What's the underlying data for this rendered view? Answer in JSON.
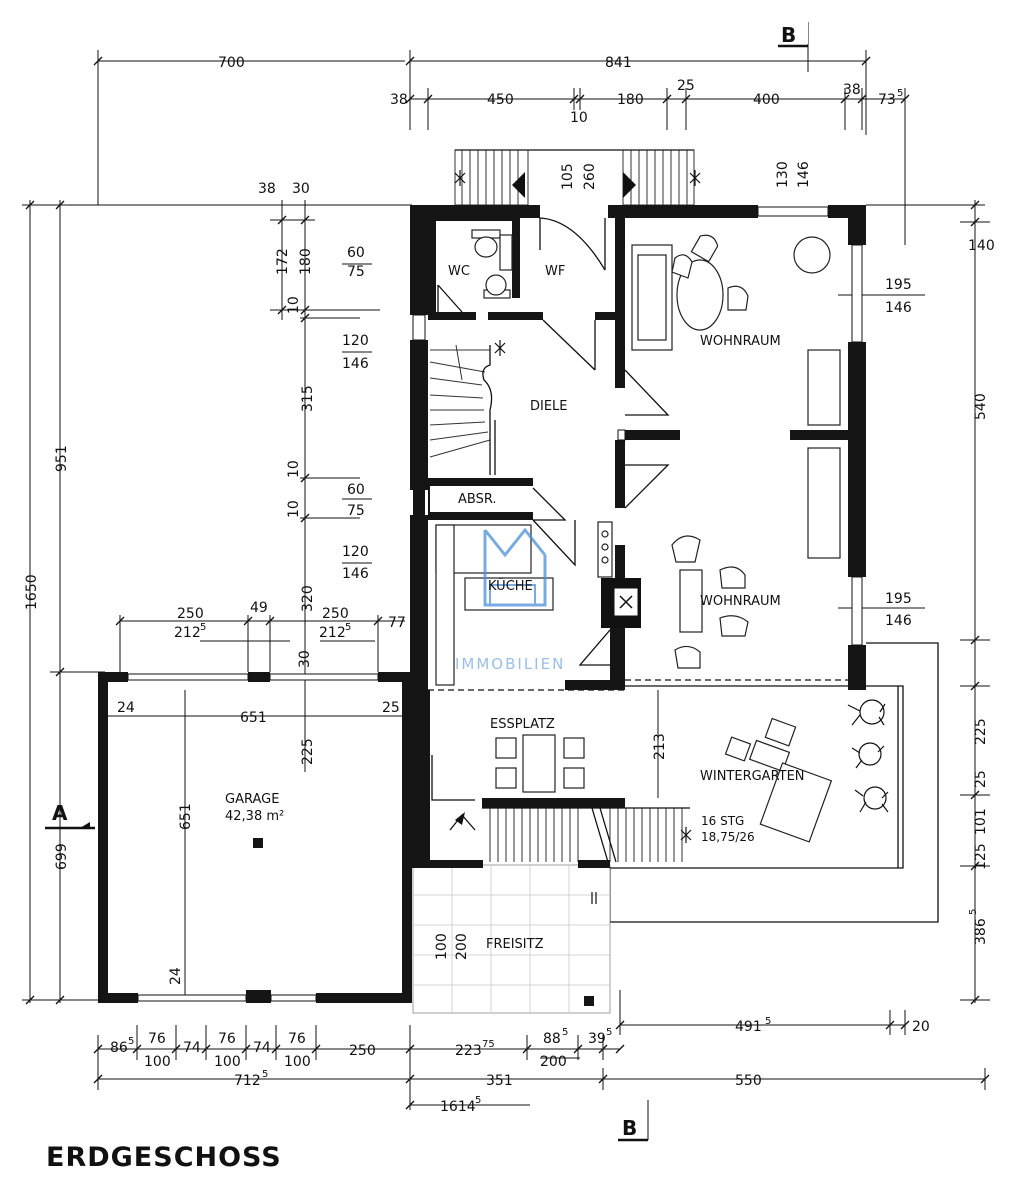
{
  "title": "ERDGESCHOSS",
  "section_marks": {
    "top": "B",
    "bottom": "B",
    "left": "A"
  },
  "rooms": {
    "wc": "WC",
    "wf": "WF",
    "diele": "DIELE",
    "absr": "ABSR.",
    "kueche": "KÜCHE",
    "wohnraum_1": "WOHNRAUM",
    "wohnraum_2": "WOHNRAUM",
    "essplatz": "ESSPLATZ",
    "wintergarten": "WINTERGARTEN",
    "garage": "GARAGE",
    "garage_area": "42,38 m²",
    "freisitz": "FREISITZ",
    "stairs_1": "16 STG",
    "stairs_2": "18,75/26"
  },
  "watermark": {
    "text": "IMMOBILIEN",
    "color": "#4a90d9"
  },
  "dims": {
    "top_700": "700",
    "top_841": "841",
    "t38a": "38",
    "t450": "450",
    "t10": "10",
    "t180": "180",
    "t25": "25",
    "t400": "400",
    "t38b": "38",
    "t73": "73",
    "t105": "105",
    "t260": "260",
    "t130": "130",
    "t146a": "146",
    "l38": "38",
    "l30": "30",
    "l172": "172",
    "l180": "180",
    "l10a": "10",
    "l315": "315",
    "l10b": "10",
    "l10c": "10",
    "l320": "320",
    "w60a": "60",
    "w75a": "75",
    "w120a": "120",
    "w146a": "146",
    "w60b": "60",
    "w75b": "75",
    "w120b": "120",
    "w146b": "146",
    "l951": "951",
    "l1650": "1650",
    "l699": "699",
    "g250a": "250",
    "g212a": "212",
    "g49": "49",
    "g250b": "250",
    "g212b": "212",
    "g77": "77",
    "g30": "30",
    "g24a": "24",
    "g651h": "651",
    "g25": "25",
    "g225": "225",
    "g651v": "651",
    "g24b": "24",
    "r140": "140",
    "r195a": "195",
    "r146a": "146",
    "r540": "540",
    "r195b": "195",
    "r146b": "146",
    "r225": "225",
    "r25": "25",
    "r101": "101",
    "r125": "125",
    "r386": "386",
    "i213": "213",
    "f100": "100",
    "f200": "200",
    "b491": "491",
    "b20": "20",
    "b86": "86",
    "b76a": "76",
    "b100a": "100",
    "b74a": "74",
    "b76b": "76",
    "b100b": "100",
    "b74b": "74",
    "b76c": "76",
    "b100c": "100",
    "b250": "250",
    "b223": "223",
    "b88": "88",
    "b200": "200",
    "b39": "39",
    "b712": "712",
    "b351": "351",
    "b550": "550",
    "b1614": "1614",
    "sup5": "5",
    "sup75": "75"
  }
}
